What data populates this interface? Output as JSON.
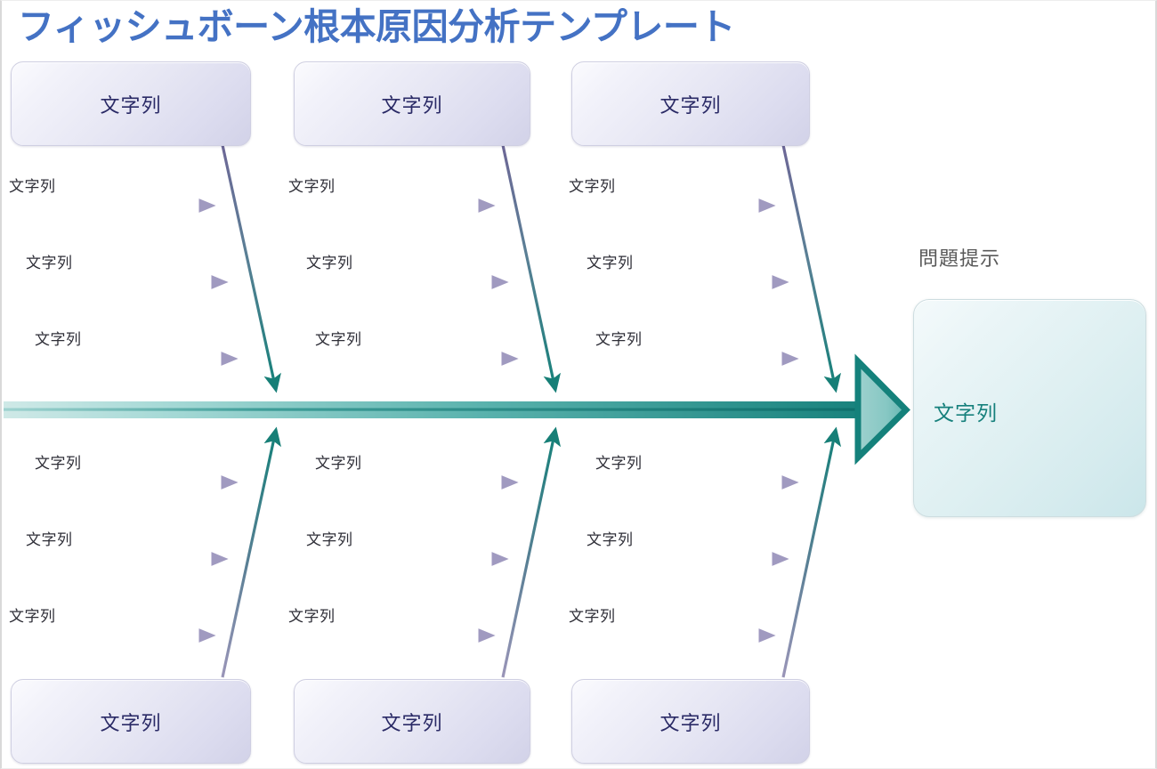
{
  "title": "フィッシュボーン根本原因分析テンプレート",
  "colors": {
    "title_blue": "#4472c4",
    "spine_teal": "#1f8a84",
    "spine_light_teal": "#bfe2e0",
    "bone_purple": "#6b6590",
    "box_text_navy": "#2a2a66",
    "problem_text_teal": "#16807c",
    "sub_label_text": "#2f2f38",
    "problem_label_gray": "#595959"
  },
  "problem": {
    "label": "問題提示",
    "value": "文字列"
  },
  "categories_top": [
    {
      "name": "top-category-1",
      "label": "文字列"
    },
    {
      "name": "top-category-2",
      "label": "文字列"
    },
    {
      "name": "top-category-3",
      "label": "文字列"
    }
  ],
  "categories_bottom": [
    {
      "name": "bottom-category-1",
      "label": "文字列"
    },
    {
      "name": "bottom-category-2",
      "label": "文字列"
    },
    {
      "name": "bottom-category-3",
      "label": "文字列"
    }
  ],
  "causes_top": [
    {
      "column": 1,
      "items": [
        "文字列",
        "文字列",
        "文字列"
      ]
    },
    {
      "column": 2,
      "items": [
        "文字列",
        "文字列",
        "文字列"
      ]
    },
    {
      "column": 3,
      "items": [
        "文字列",
        "文字列",
        "文字列"
      ]
    }
  ],
  "causes_bottom": [
    {
      "column": 1,
      "items": [
        "文字列",
        "文字列",
        "文字列"
      ]
    },
    {
      "column": 2,
      "items": [
        "文字列",
        "文字列",
        "文字列"
      ]
    },
    {
      "column": 3,
      "items": [
        "文字列",
        "文字列",
        "文字列"
      ]
    }
  ],
  "labels": {
    "t1c1": "文字列",
    "t1c2": "文字列",
    "t1c3": "文字列",
    "t2c1": "文字列",
    "t2c2": "文字列",
    "t2c3": "文字列",
    "t3c1": "文字列",
    "t3c2": "文字列",
    "t3c3": "文字列",
    "b1c1": "文字列",
    "b1c2": "文字列",
    "b1c3": "文字列",
    "b2c1": "文字列",
    "b2c2": "文字列",
    "b2c3": "文字列",
    "b3c1": "文字列",
    "b3c2": "文字列",
    "b3c3": "文字列",
    "topbox1": "文字列",
    "topbox2": "文字列",
    "topbox3": "文字列",
    "botbox1": "文字列",
    "botbox2": "文字列",
    "botbox3": "文字列"
  }
}
